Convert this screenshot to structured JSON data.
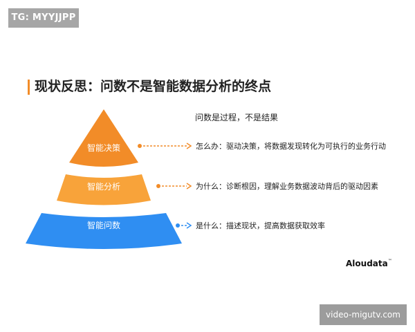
{
  "watermark_top": "TG: MYYJJPP",
  "title": "现状反思：问数不是智能数据分析的终点",
  "subtitle": "问数是过程，不是结果",
  "layers": [
    {
      "label": "智能决策",
      "description": "怎么办：驱动决策，将数据发现转化为可执行的业务行动",
      "color": "#f28c28"
    },
    {
      "label": "智能分析",
      "description": "为什么：诊断根因，理解业务数据波动背后的驱动因素",
      "color": "#f8a33a"
    },
    {
      "label": "智能问数",
      "description": "是什么：描述现状，提高数据获取效率",
      "color": "#2f8ef2"
    }
  ],
  "brand": "Aloudata",
  "brand_tm": "™",
  "watermark_bottom": "video-migutv.com",
  "colors": {
    "accent_bar": "#f28c28",
    "orange_top": "#f28c28",
    "orange_mid": "#f8a33a",
    "blue_bottom": "#2f8ef2"
  }
}
